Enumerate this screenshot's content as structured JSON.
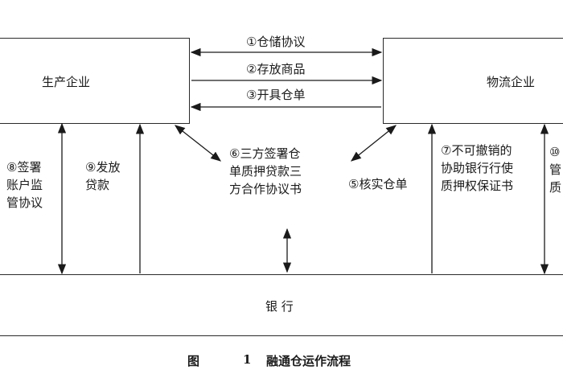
{
  "nodes": {
    "producer": "生产企业",
    "logistics": "物流企业",
    "bank": "银  行"
  },
  "top_arrows": [
    "①仓储协议",
    "②存放商品",
    "③开具仓单"
  ],
  "side_labels": {
    "s8": [
      "⑧签署",
      "账户监",
      "管协议"
    ],
    "s9": [
      "⑨发放",
      "贷款"
    ],
    "s6": [
      "⑥三方签署仓",
      "单质押贷款三",
      "方合作协议书"
    ],
    "s5": "⑤核实仓单",
    "s7": [
      "⑦不可撤销的",
      "协助银行行使",
      "质押权保证书"
    ],
    "s10": [
      "⑩",
      "管",
      "质"
    ]
  },
  "caption": {
    "fig": "图",
    "num": "1",
    "title": "融通仓运作流程"
  }
}
